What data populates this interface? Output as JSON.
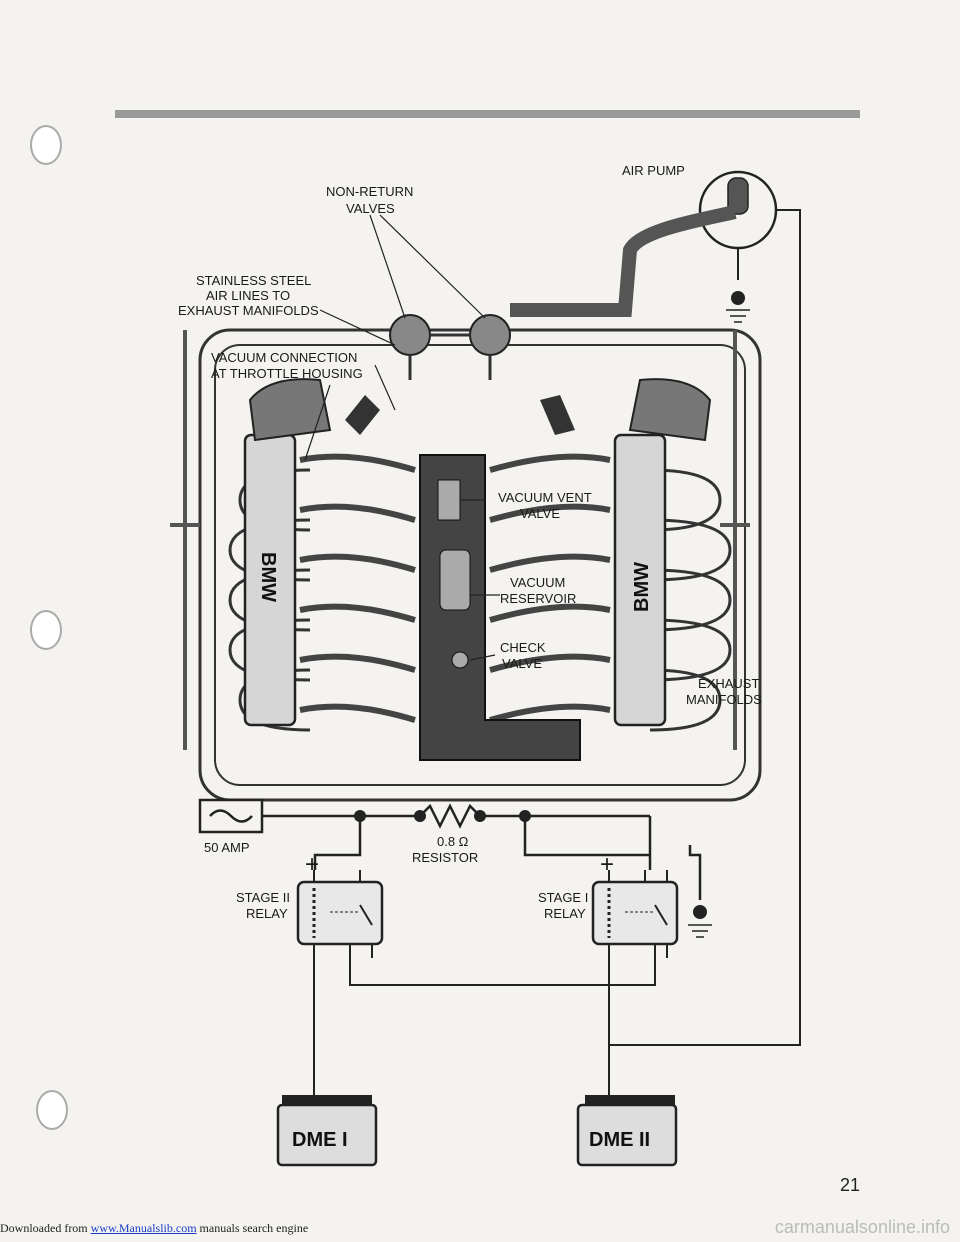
{
  "labels": {
    "air_pump": "AIR PUMP",
    "non_return_1": "NON-RETURN",
    "non_return_2": "VALVES",
    "ss_1": "STAINLESS STEEL",
    "ss_2": "AIR LINES TO",
    "ss_3": "EXHAUST MANIFOLDS",
    "vac_conn_1": "VACUUM CONNECTION",
    "vac_conn_2": "AT THROTTLE HOUSING",
    "vent_1": "VACUUM VENT",
    "vent_2": "VALVE",
    "res_1": "VACUUM",
    "res_2": "RESERVOIR",
    "check_1": "CHECK",
    "check_2": "VALVE",
    "exh_1": "EXHAUST",
    "exh_2": "MANIFOLDS",
    "bmw": "BMW",
    "fuse": "50 AMP",
    "res_val": "0.8 Ω",
    "resistor": "RESISTOR",
    "plus": "+",
    "stage2_1": "STAGE II",
    "stage2_2": "RELAY",
    "stage1_1": "STAGE I",
    "stage1_2": "RELAY",
    "dme1": "DME I",
    "dme2": "DME II"
  },
  "page_number": "21",
  "footer": {
    "prefix": "Downloaded from",
    "link": "www.Manualslib.com",
    "suffix": "manuals search engine",
    "watermark": "carmanualsonline.info"
  }
}
